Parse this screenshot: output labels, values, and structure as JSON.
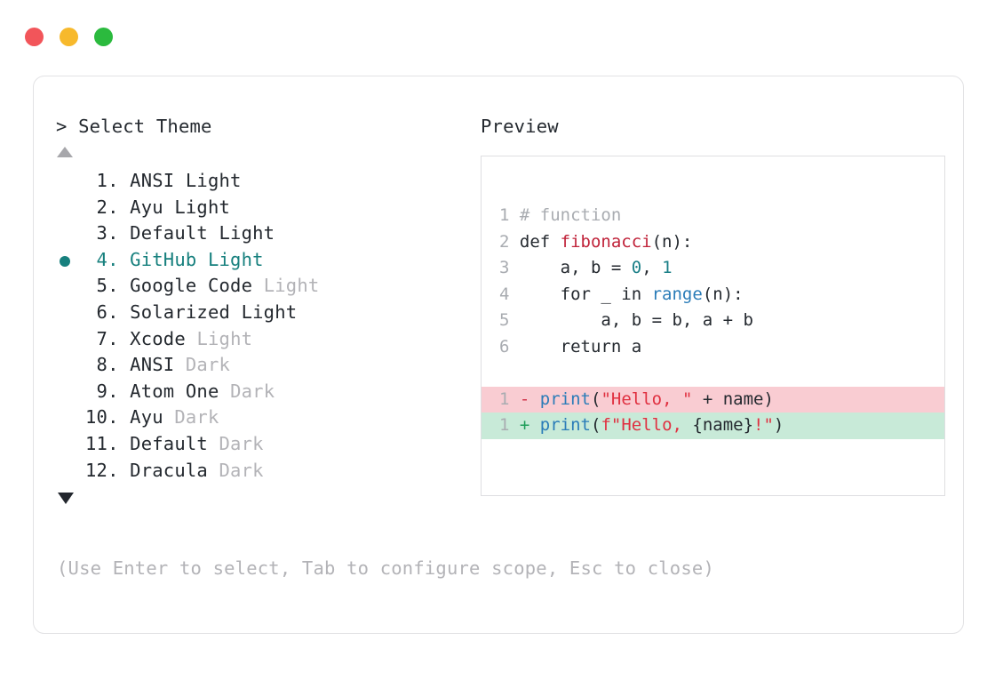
{
  "window": {
    "controls": [
      {
        "name": "close",
        "color": "#f2555a"
      },
      {
        "name": "minimize",
        "color": "#f7b92c"
      },
      {
        "name": "maximize",
        "color": "#2bba3e"
      }
    ]
  },
  "selector": {
    "prompt": "> Select Theme",
    "scroll_up_icon": "triangle-up",
    "scroll_down_icon": "triangle-down",
    "selected_index": 4,
    "selected_color": "#17807e",
    "items": [
      {
        "num": " 1.",
        "name": "ANSI",
        "variant": "Light",
        "dim": false
      },
      {
        "num": " 2.",
        "name": "Ayu",
        "variant": "Light",
        "dim": false
      },
      {
        "num": " 3.",
        "name": "Default",
        "variant": "Light",
        "dim": false
      },
      {
        "num": " 4.",
        "name": "GitHub",
        "variant": "Light",
        "dim": false
      },
      {
        "num": " 5.",
        "name": "Google Code",
        "variant": "Light",
        "dim": true
      },
      {
        "num": " 6.",
        "name": "Solarized",
        "variant": "Light",
        "dim": false
      },
      {
        "num": " 7.",
        "name": "Xcode",
        "variant": "Light",
        "dim": true
      },
      {
        "num": " 8.",
        "name": "ANSI",
        "variant": "Dark",
        "dim": true
      },
      {
        "num": " 9.",
        "name": "Atom One",
        "variant": "Dark",
        "dim": true
      },
      {
        "num": "10.",
        "name": "Ayu",
        "variant": "Dark",
        "dim": true
      },
      {
        "num": "11.",
        "name": "Default",
        "variant": "Dark",
        "dim": true
      },
      {
        "num": "12.",
        "name": "Dracula",
        "variant": "Dark",
        "dim": true
      }
    ],
    "hint": "(Use Enter to select, Tab to configure scope, Esc to close)"
  },
  "preview": {
    "label": "Preview",
    "code_lines": [
      {
        "ln": "1",
        "tokens": [
          {
            "t": "# function",
            "c": "t-comment"
          }
        ]
      },
      {
        "ln": "2",
        "tokens": [
          {
            "t": "def ",
            "c": "t-kw"
          },
          {
            "t": "fibonacci",
            "c": "t-fn"
          },
          {
            "t": "(n):",
            "c": "t-plain"
          }
        ]
      },
      {
        "ln": "3",
        "tokens": [
          {
            "t": "    a, b = ",
            "c": "t-plain"
          },
          {
            "t": "0",
            "c": "t-num"
          },
          {
            "t": ", ",
            "c": "t-plain"
          },
          {
            "t": "1",
            "c": "t-num"
          }
        ]
      },
      {
        "ln": "4",
        "tokens": [
          {
            "t": "    for _ in ",
            "c": "t-plain"
          },
          {
            "t": "range",
            "c": "t-builtin"
          },
          {
            "t": "(n):",
            "c": "t-plain"
          }
        ]
      },
      {
        "ln": "5",
        "tokens": [
          {
            "t": "        a, b = b, a + b",
            "c": "t-plain"
          }
        ]
      },
      {
        "ln": "6",
        "tokens": [
          {
            "t": "    return a",
            "c": "t-plain"
          }
        ]
      }
    ],
    "diff_lines": [
      {
        "ln": "1",
        "kind": "del",
        "marker": "-",
        "tokens": [
          {
            "t": "print",
            "c": "t-fn2"
          },
          {
            "t": "(",
            "c": "t-plain"
          },
          {
            "t": "\"Hello, \"",
            "c": "t-str"
          },
          {
            "t": " + name)",
            "c": "t-plain"
          }
        ]
      },
      {
        "ln": "1",
        "kind": "add",
        "marker": "+",
        "tokens": [
          {
            "t": "print",
            "c": "t-fn2"
          },
          {
            "t": "(",
            "c": "t-plain"
          },
          {
            "t": "f\"Hello, ",
            "c": "t-str"
          },
          {
            "t": "{name}",
            "c": "t-plain"
          },
          {
            "t": "!\"",
            "c": "t-str"
          },
          {
            "t": ")",
            "c": "t-plain"
          }
        ]
      }
    ]
  }
}
